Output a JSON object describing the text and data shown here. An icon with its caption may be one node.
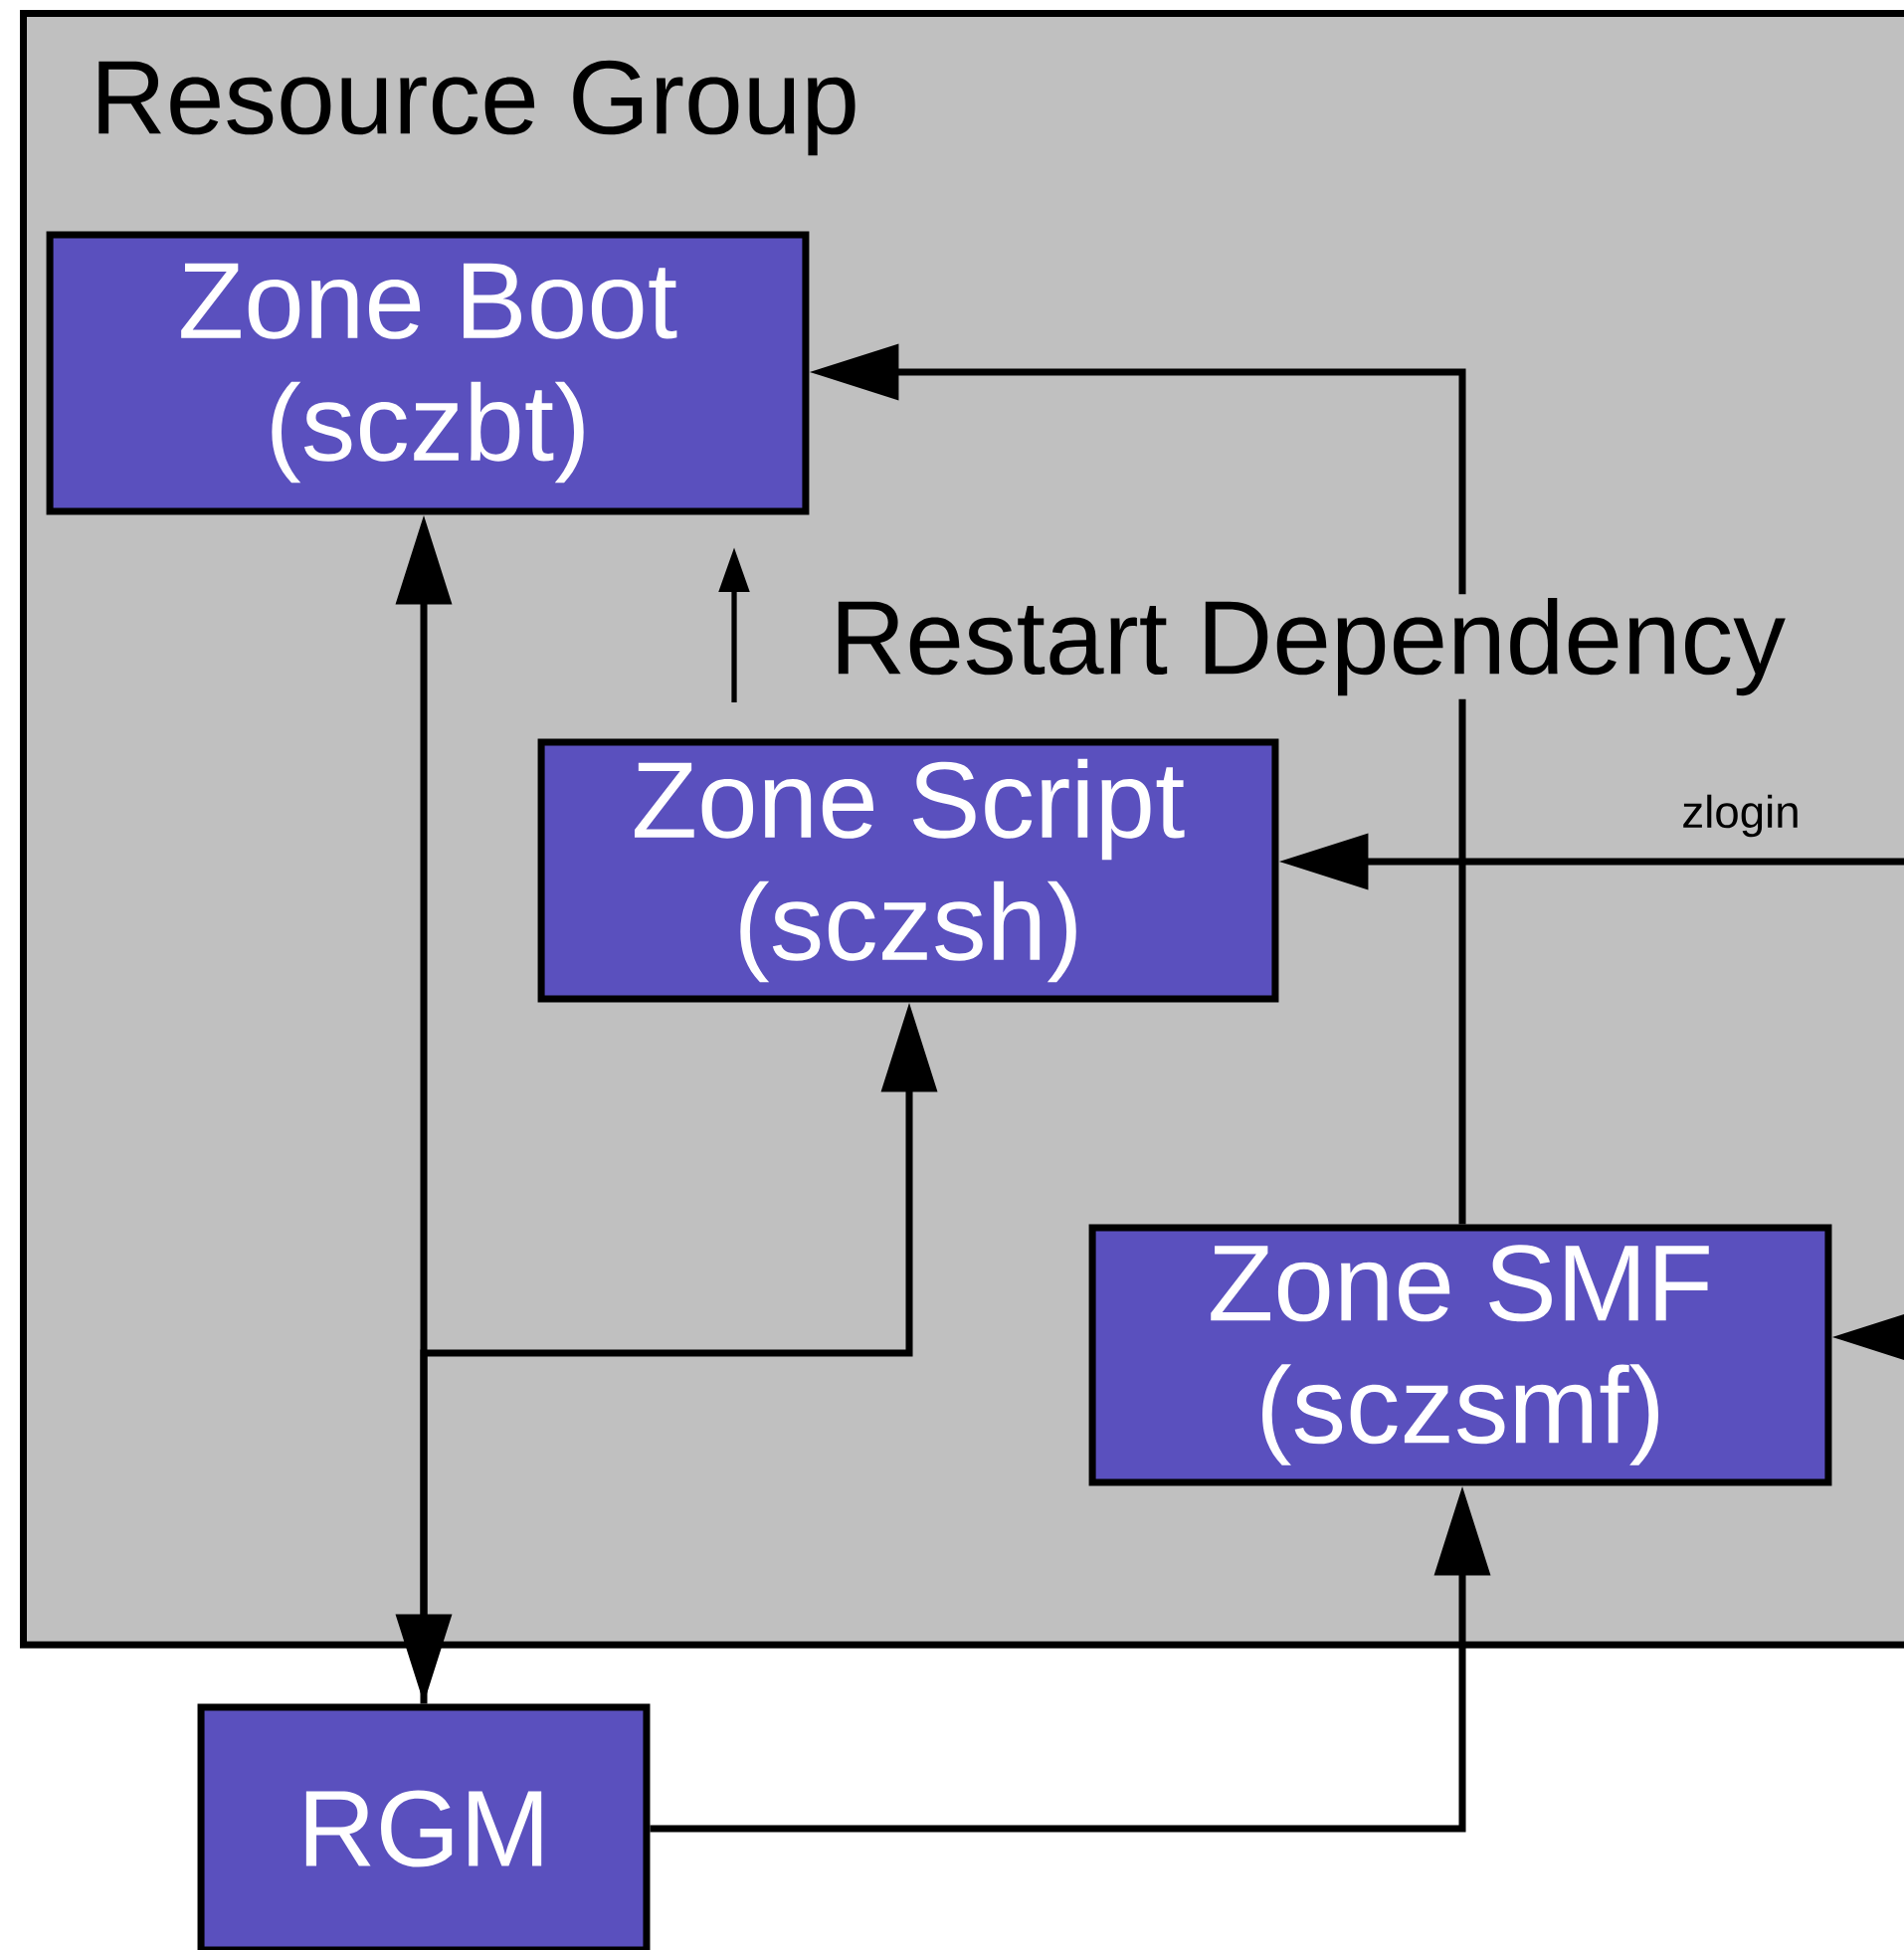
{
  "diagram": {
    "nodes": [
      {
        "text": [
          "Resource Group"
        ]
      },
      {
        "text": [
          "Zone Boot",
          "(sczbt)"
        ],
        "in": 0
      },
      {
        "text": [
          "Zone Script",
          "(sczsh)"
        ],
        "in": 0
      },
      {
        "text": [
          "Zone SMF",
          "(sczsmf)"
        ],
        "in": 0
      },
      {
        "text": [
          "RGM"
        ]
      }
    ],
    "edges": [
      {
        "from": 4,
        "to": 1,
        "arrow": "both"
      },
      {
        "from": 4,
        "to": 2,
        "arrow": "to"
      },
      {
        "from": 4,
        "to": 3,
        "arrow": "to"
      },
      {
        "from": 3,
        "to": 1,
        "arrow": "to"
      },
      {
        "from": null,
        "to": 2,
        "arrow": "to",
        "label": "zlogin"
      },
      {
        "from": null,
        "to": 3,
        "arrow": "to"
      }
    ],
    "legend": [
      {
        "text": "Restart Dependency"
      }
    ]
  }
}
